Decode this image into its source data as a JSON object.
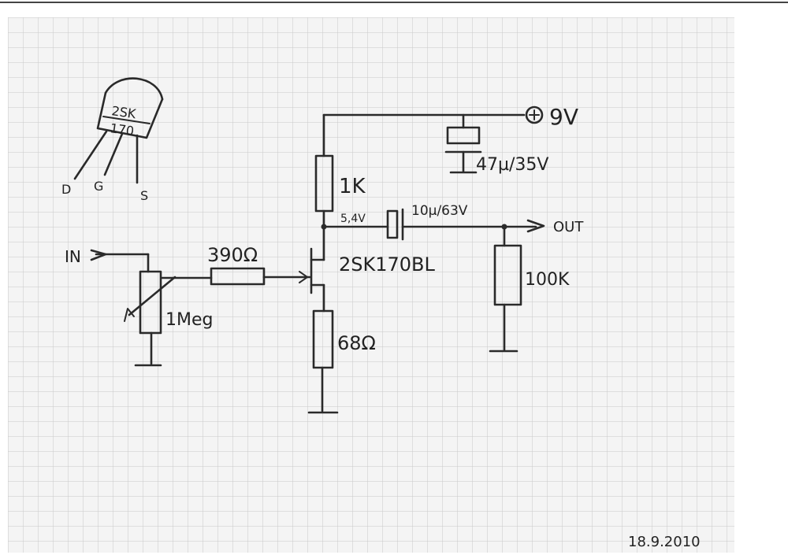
{
  "transistor_pinout": {
    "body_line1": "2SK",
    "body_line2": "170",
    "pins": [
      "D",
      "G",
      "S"
    ]
  },
  "supply": {
    "label": "9V",
    "symbol": "⊕"
  },
  "input": {
    "label": "IN"
  },
  "output": {
    "label": "OUT"
  },
  "components": {
    "c_supply": "47µ/35V",
    "r_drain": "1K",
    "drain_voltage": "5,4V",
    "c_out": "10µ/63V",
    "r_load": "100K",
    "jfet": "2SK170BL",
    "r_gate": "390Ω",
    "pot": "1Meg",
    "r_source": "68Ω"
  },
  "date": "18.9.2010",
  "colors": {
    "paper": "#f4f4f4",
    "grid": "#c9c9c9",
    "ink": "#2a2a2a"
  }
}
